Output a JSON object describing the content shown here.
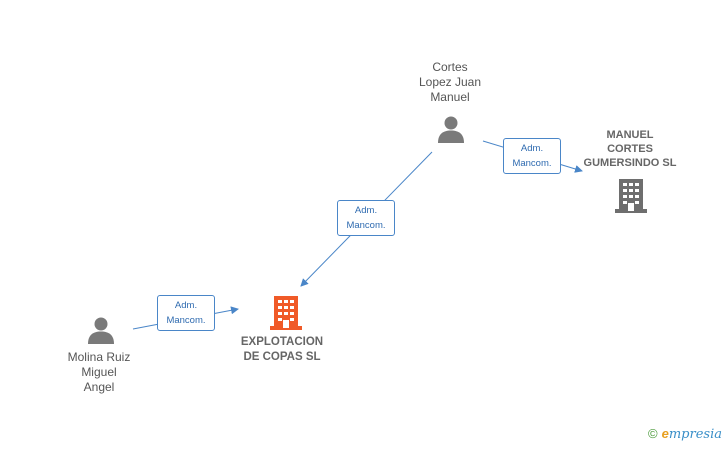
{
  "nodes": {
    "cortes": {
      "lines": [
        "Cortes",
        "Lopez Juan",
        "Manuel"
      ],
      "icon": "person-icon"
    },
    "molina": {
      "lines": [
        "Molina Ruiz",
        "Miguel",
        "Angel"
      ],
      "icon": "person-icon"
    },
    "explotacion": {
      "lines": [
        "EXPLOTACION",
        "DE COPAS SL"
      ],
      "icon": "building-icon"
    },
    "manuel_cortes": {
      "lines": [
        "MANUEL",
        "CORTES",
        "GUMERSINDO SL"
      ],
      "icon": "building-icon"
    }
  },
  "edges": {
    "cortes_to_manuel": [
      "Adm.",
      "Mancom."
    ],
    "cortes_to_explotacion": [
      "Adm.",
      "Mancom."
    ],
    "molina_to_explotacion": [
      "Adm.",
      "Mancom."
    ]
  },
  "colors": {
    "edge": "#4a86c8",
    "person": "#7a7a7a",
    "company_main": "#f05a28",
    "company_other": "#6e6e6e"
  },
  "watermark": {
    "copyright": "©",
    "brand_initial": "e",
    "brand_rest": "mpresia"
  }
}
